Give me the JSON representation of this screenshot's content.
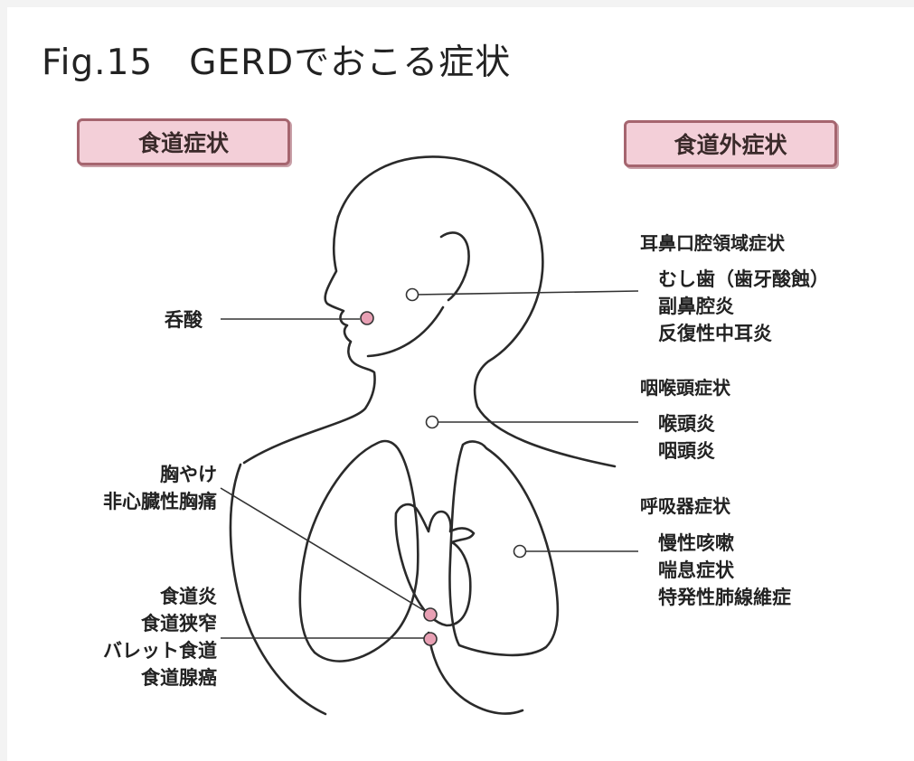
{
  "title": {
    "fig": "Fig.15",
    "text": "GERDでおこる症状"
  },
  "categories": {
    "left": "食道症状",
    "right": "食道外症状"
  },
  "left_labels": {
    "acid": "呑酸",
    "heartburn": [
      "胸やけ",
      "非心臓性胸痛"
    ],
    "esophagus": [
      "食道炎",
      "食道狭窄",
      "バレット食道",
      "食道腺癌"
    ]
  },
  "right_groups": {
    "ent": {
      "heading": "耳鼻口腔領域症状",
      "items": [
        "むし歯（歯牙酸蝕）",
        "副鼻腔炎",
        "反復性中耳炎"
      ]
    },
    "pharynx": {
      "heading": "咽喉頭症状",
      "items": [
        "喉頭炎",
        "咽頭炎"
      ]
    },
    "respiratory": {
      "heading": "呼吸器症状",
      "items": [
        "慢性咳嗽",
        "喘息症状",
        "特発性肺線維症"
      ]
    }
  },
  "colors": {
    "marker_pink": "#e8a0b4",
    "box_fill": "#f3cfd8",
    "box_border": "#a5656f",
    "line": "#333333"
  }
}
